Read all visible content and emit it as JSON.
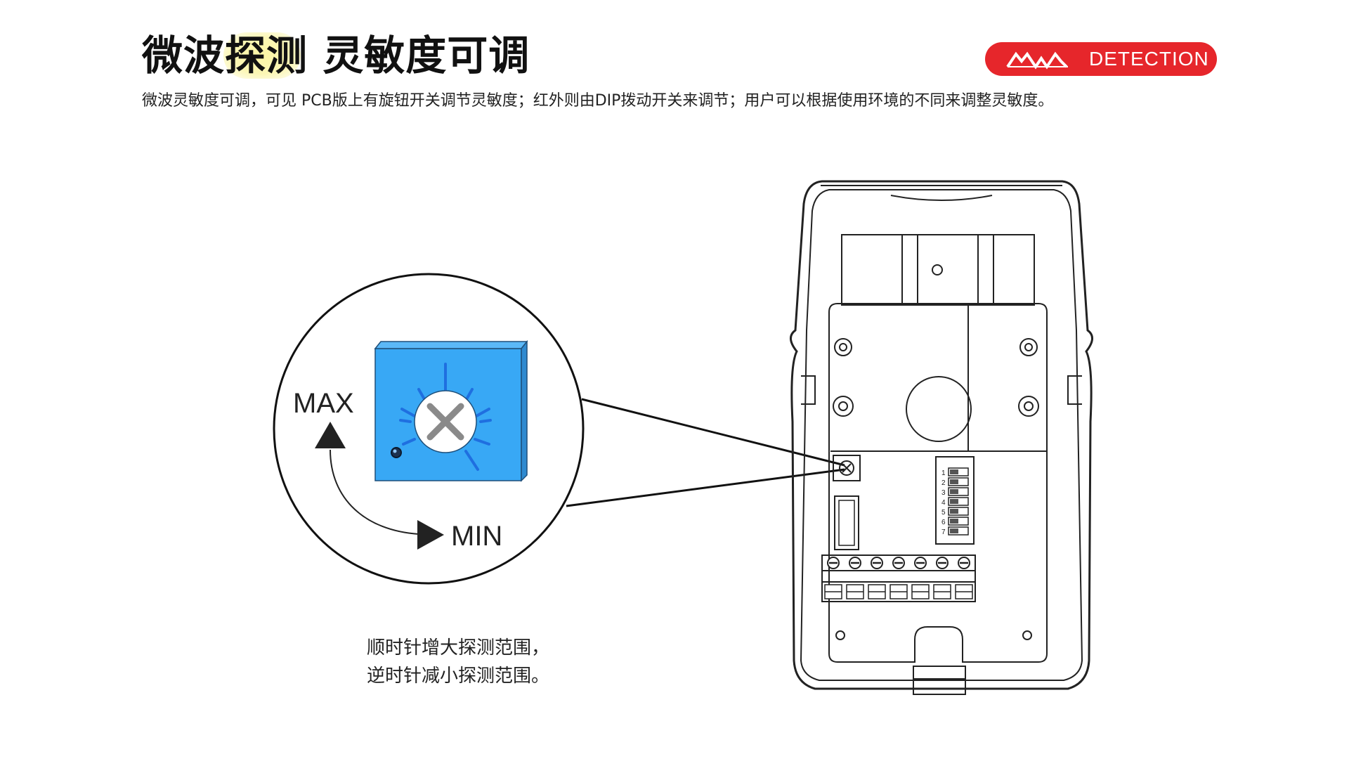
{
  "header": {
    "title": "微波探测 灵敏度可调",
    "description": "微波灵敏度可调，可见 PCB版上有旋钮开关调节灵敏度；红外则由DIP拨动开关来调节；用户可以根据使用环境的不同来调整灵敏度。"
  },
  "badge": {
    "label": "DETECTION",
    "color": "#e6262b",
    "logo_icon": "brand-wave-logo-icon"
  },
  "diagram": {
    "max_label": "MAX",
    "min_label": "MIN",
    "knob_color": "#38a8f5",
    "ray_color": "#1f6fe0",
    "dip_numbers": [
      "1",
      "2",
      "3",
      "4",
      "5",
      "6",
      "7"
    ]
  },
  "caption": {
    "line1": "顺时针增大探测范围，",
    "line2": "逆时针减小探测范围。"
  }
}
